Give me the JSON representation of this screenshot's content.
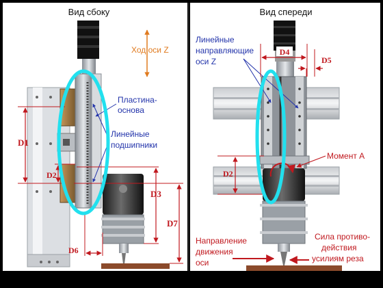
{
  "views": {
    "side_title": "Вид сбоку",
    "front_title": "Вид спереди"
  },
  "labels": {
    "z_travel": "Ход оси Z",
    "base_plate_line1": "Пластина-",
    "base_plate_line2": "основа",
    "bearings_line1": "Линейные",
    "bearings_line2": "подшипники",
    "guides_line1": "Линейные",
    "guides_line2": "направляющие",
    "guides_line3": "оси Z",
    "moment": "Момент А",
    "direction_line1": "Направление",
    "direction_line2": "движения",
    "direction_line3": "оси",
    "force_line1": "Сила противо-",
    "force_line2": "действия",
    "force_line3": "усилиям реза"
  },
  "dimensions": {
    "d1": "D1",
    "d2": "D2",
    "d3": "D3",
    "d4": "D4",
    "d5": "D5",
    "d6": "D6",
    "d7": "D7",
    "d2_front": "D2"
  },
  "colors": {
    "highlight": "#22e0ee",
    "dimension": "#c0181e",
    "label_blue": "#2233aa",
    "label_orange": "#e07a1e"
  }
}
